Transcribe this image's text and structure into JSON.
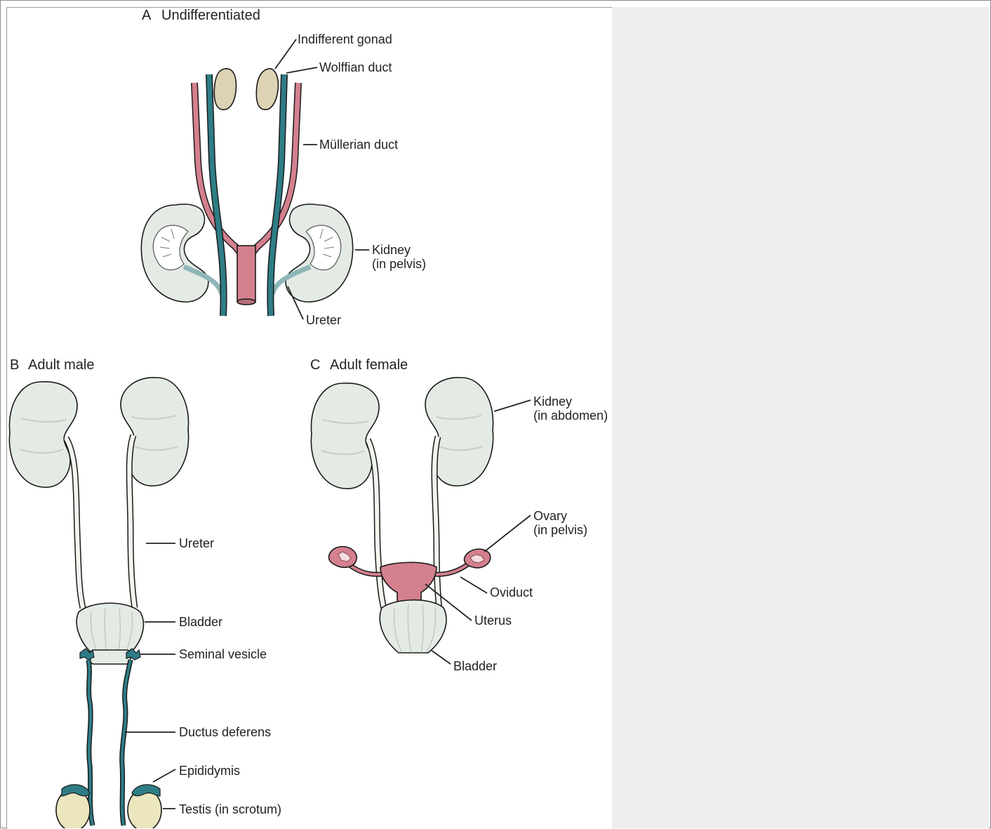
{
  "panels": {
    "a": {
      "letter": "A",
      "title": "Undifferentiated"
    },
    "b": {
      "letter": "B",
      "title": "Adult male"
    },
    "c": {
      "letter": "C",
      "title": "Adult female"
    }
  },
  "labels": {
    "a": {
      "gonad": "Indifferent gonad",
      "wolffian": "Wolffian duct",
      "mullerian": "Müllerian duct",
      "kidney_line1": "Kidney",
      "kidney_line2": "(in pelvis)",
      "ureter": "Ureter"
    },
    "b": {
      "ureter": "Ureter",
      "bladder": "Bladder",
      "seminal_vesicle": "Seminal vesicle",
      "ductus_deferens": "Ductus deferens",
      "epididymis": "Epididymis",
      "testis": "Testis (in scrotum)"
    },
    "c": {
      "kidney_line1": "Kidney",
      "kidney_line2": "(in abdomen)",
      "ovary_line1": "Ovary",
      "ovary_line2": "(in pelvis)",
      "oviduct": "Oviduct",
      "uterus": "Uterus",
      "bladder": "Bladder"
    }
  },
  "colors": {
    "wolffian": "#2e7d86",
    "mullerian": "#d4808e",
    "kidney": "#e4ebe4",
    "gonad": "#ddd2b4",
    "testis": "#ece6bf",
    "background_panel": "#efefef"
  }
}
